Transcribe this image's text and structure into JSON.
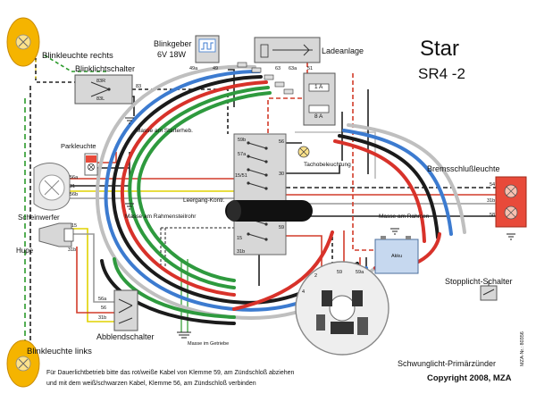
{
  "title": {
    "main": "Star",
    "model": "SR4 -2"
  },
  "components": {
    "blink_right": "Blinkleuchte rechts",
    "blink_left": "Blinkleuchte links",
    "blinkgeber": "Blinkgeber",
    "blinkgeber_rating": "6V 18W",
    "ladeanlage": "Ladeanlage",
    "blinklichtschalter": "Blinklichtschalter",
    "parkleuchte": "Parkleuchte",
    "masse_starterhebel": "Masse am Starterheb.",
    "tachobeleuchtung": "Tachobeleuchtung",
    "bremsschlussleuchte": "Bremsschlußleuchte",
    "scheinwerfer": "Scheinwerfer",
    "masse_rahmensteilrohr": "Masse am Rahmensteilrohr",
    "leergang": "Leergang-Kontr.",
    "masse_rahmen": "Masse am Rahmen",
    "akku": "Akku",
    "hupe": "Hupe",
    "stopplicht": "Stopplicht-Schalter",
    "abblendschalter": "Abblendschalter",
    "masse_getriebe": "Masse im Getriebe",
    "schwunglicht": "Schwunglicht-Primärzünder",
    "fuse1": "1 A",
    "fuse2": "8 A"
  },
  "terminals": {
    "t49a": "49a",
    "t49": "49",
    "t63": "63",
    "t63a": "63a",
    "t51": "51",
    "t83r": "83R",
    "t83": "83",
    "t83l": "83L",
    "t59b": "59b",
    "t56": "56",
    "t57a": "57a",
    "t30": "30",
    "t15_51": "15/51",
    "t56a": "56a",
    "t31": "31",
    "t56b": "56b",
    "t15": "15",
    "t31b": "31b",
    "t54": "54",
    "t31b_r": "31b",
    "t58": "58",
    "t59": "59",
    "t15b": "15",
    "t31b_c": "31b",
    "t59_low": "59",
    "t59a": "59a",
    "t4": "4",
    "t2": "2",
    "t56a_ab": "56a",
    "t56_ab": "56",
    "t31b_ab": "31b"
  },
  "notes": {
    "note_line1": "Für Dauerlichtbetrieb bitte das rot/weiße Kabel von Klemme 59, am Zündschloß abziehen",
    "note_line2": "und mit dem weiß/schwarzen Kabel, Klemme 56, am Zündschloß verbinden",
    "copyright": "Copyright 2008, MZA",
    "vertical": "MZA-Nr.: 80356"
  },
  "colors": {
    "lamp": "#f5b400",
    "harness_green": "#2e9a3e",
    "harness_red": "#d8322a",
    "harness_black": "#1b1b1b",
    "harness_blue": "#3c7bd0",
    "harness_grey": "#9a9a9a",
    "taillight": "#e84a3a"
  }
}
